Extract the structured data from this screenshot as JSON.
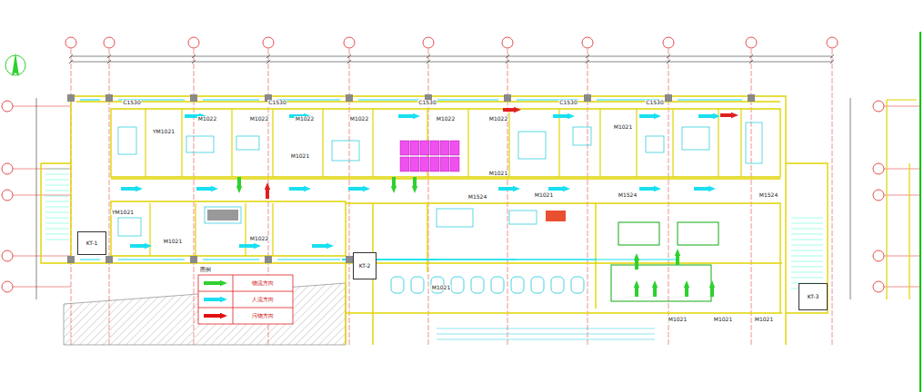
{
  "diagram": {
    "nodes": [
      {
        "text": [
          "KT-1"
        ]
      },
      {
        "text": [
          "KT-2"
        ]
      },
      {
        "text": [
          "KT-3"
        ]
      }
    ],
    "labels": [
      "M1022",
      "M1022",
      "M1022",
      "M1022",
      "M1022",
      "M1022",
      "M1021",
      "M1021",
      "M1021",
      "M1524",
      "M1524",
      "M1524",
      "M1021",
      "YM1021",
      "YM1021",
      "M1021",
      "M1022",
      "M1021",
      "M1021",
      "M1021",
      "M1021",
      "C1530",
      "C1530",
      "C1530",
      "C1530",
      "C1530",
      "图例"
    ],
    "legend": [
      {
        "text": "物流方向",
        "color": "#2ed12e"
      },
      {
        "text": "人流方向",
        "color": "#19e0f0"
      },
      {
        "text": "污物方向",
        "color": "#e01010"
      }
    ]
  }
}
